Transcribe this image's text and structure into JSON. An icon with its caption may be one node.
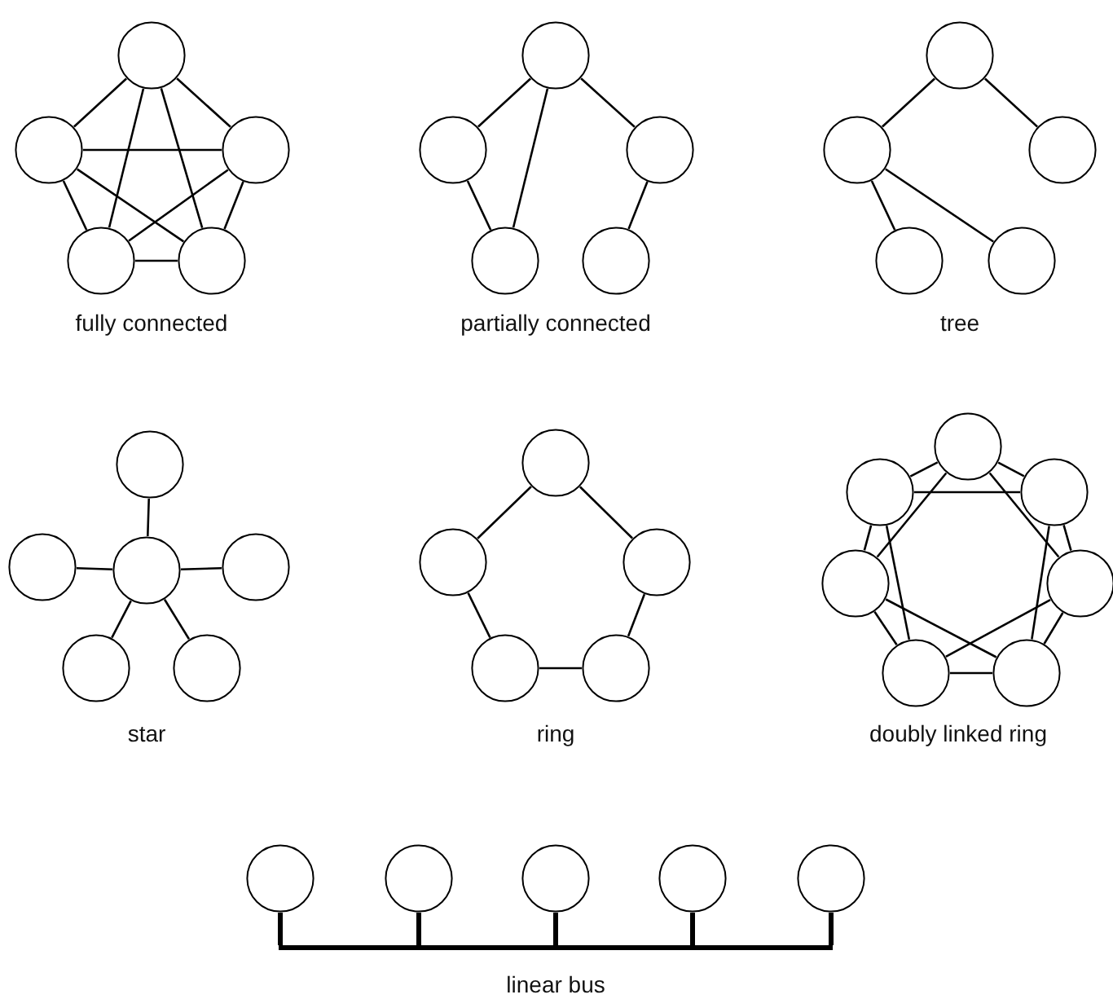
{
  "diagram": {
    "nodes": [
      {
        "text": [],
        "shape": "circle"
      },
      {
        "text": [],
        "shape": "circle"
      },
      {
        "text": [],
        "shape": "circle"
      },
      {
        "text": [],
        "shape": "circle"
      },
      {
        "text": [],
        "shape": "circle"
      },
      {
        "text": [],
        "shape": "circle"
      },
      {
        "text": [],
        "shape": "circle"
      },
      {
        "text": [],
        "shape": "circle"
      },
      {
        "text": [],
        "shape": "circle"
      },
      {
        "text": [],
        "shape": "circle"
      },
      {
        "text": [],
        "shape": "circle"
      },
      {
        "text": [],
        "shape": "circle"
      },
      {
        "text": [],
        "shape": "circle"
      },
      {
        "text": [],
        "shape": "circle"
      },
      {
        "text": [],
        "shape": "circle"
      },
      {
        "text": [],
        "shape": "circle"
      },
      {
        "text": [],
        "shape": "circle"
      },
      {
        "text": [],
        "shape": "circle"
      },
      {
        "text": [],
        "shape": "circle"
      },
      {
        "text": [],
        "shape": "circle"
      },
      {
        "text": [],
        "shape": "circle"
      },
      {
        "text": [],
        "shape": "circle"
      },
      {
        "text": [],
        "shape": "circle"
      },
      {
        "text": [],
        "shape": "circle"
      },
      {
        "text": [],
        "shape": "circle"
      },
      {
        "text": [],
        "shape": "circle"
      },
      {
        "text": [],
        "shape": "circle"
      },
      {
        "text": [],
        "shape": "circle"
      },
      {
        "text": [],
        "shape": "circle"
      },
      {
        "text": [],
        "shape": "circle"
      },
      {
        "text": [],
        "shape": "circle"
      },
      {
        "text": [],
        "shape": "circle"
      },
      {
        "text": [],
        "shape": "circle"
      },
      {
        "text": [],
        "shape": "circle"
      },
      {
        "text": [],
        "shape": "circle"
      },
      {
        "text": [],
        "shape": "circle"
      },
      {
        "text": [],
        "shape": "circle"
      },
      {
        "text": [],
        "shape": "circle"
      },
      {
        "text": [],
        "shape": "bar"
      }
    ],
    "edges": [
      {
        "from": 0,
        "to": 1,
        "arrow": "none"
      },
      {
        "from": 0,
        "to": 2,
        "arrow": "none"
      },
      {
        "from": 0,
        "to": 3,
        "arrow": "none"
      },
      {
        "from": 0,
        "to": 4,
        "arrow": "none"
      },
      {
        "from": 1,
        "to": 2,
        "arrow": "none"
      },
      {
        "from": 1,
        "to": 3,
        "arrow": "none"
      },
      {
        "from": 1,
        "to": 4,
        "arrow": "none"
      },
      {
        "from": 2,
        "to": 3,
        "arrow": "none"
      },
      {
        "from": 2,
        "to": 4,
        "arrow": "none"
      },
      {
        "from": 3,
        "to": 4,
        "arrow": "none"
      },
      {
        "from": 5,
        "to": 6,
        "arrow": "none"
      },
      {
        "from": 5,
        "to": 8,
        "arrow": "none"
      },
      {
        "from": 5,
        "to": 7,
        "arrow": "none"
      },
      {
        "from": 6,
        "to": 7,
        "arrow": "none"
      },
      {
        "from": 8,
        "to": 9,
        "arrow": "none"
      },
      {
        "from": 10,
        "to": 11,
        "arrow": "none"
      },
      {
        "from": 10,
        "to": 12,
        "arrow": "none"
      },
      {
        "from": 11,
        "to": 13,
        "arrow": "none"
      },
      {
        "from": 11,
        "to": 14,
        "arrow": "none"
      },
      {
        "from": 17,
        "to": 15,
        "arrow": "none"
      },
      {
        "from": 17,
        "to": 16,
        "arrow": "none"
      },
      {
        "from": 17,
        "to": 18,
        "arrow": "none"
      },
      {
        "from": 17,
        "to": 19,
        "arrow": "none"
      },
      {
        "from": 17,
        "to": 20,
        "arrow": "none"
      },
      {
        "from": 21,
        "to": 22,
        "arrow": "none"
      },
      {
        "from": 21,
        "to": 23,
        "arrow": "none"
      },
      {
        "from": 22,
        "to": 24,
        "arrow": "none"
      },
      {
        "from": 23,
        "to": 25,
        "arrow": "none"
      },
      {
        "from": 24,
        "to": 25,
        "arrow": "none"
      },
      {
        "from": 26,
        "to": 28,
        "arrow": "none"
      },
      {
        "from": 28,
        "to": 30,
        "arrow": "none"
      },
      {
        "from": 30,
        "to": 32,
        "arrow": "none"
      },
      {
        "from": 32,
        "to": 31,
        "arrow": "none"
      },
      {
        "from": 31,
        "to": 29,
        "arrow": "none"
      },
      {
        "from": 29,
        "to": 27,
        "arrow": "none"
      },
      {
        "from": 27,
        "to": 26,
        "arrow": "none"
      },
      {
        "from": 26,
        "to": 30,
        "arrow": "none"
      },
      {
        "from": 28,
        "to": 32,
        "arrow": "none"
      },
      {
        "from": 30,
        "to": 31,
        "arrow": "none"
      },
      {
        "from": 32,
        "to": 29,
        "arrow": "none"
      },
      {
        "from": 31,
        "to": 27,
        "arrow": "none"
      },
      {
        "from": 29,
        "to": 26,
        "arrow": "none"
      },
      {
        "from": 27,
        "to": 28,
        "arrow": "none"
      },
      {
        "from": 33,
        "to": 38,
        "arrow": "none",
        "style": "thick"
      },
      {
        "from": 34,
        "to": 38,
        "arrow": "none",
        "style": "thick"
      },
      {
        "from": 35,
        "to": 38,
        "arrow": "none",
        "style": "thick"
      },
      {
        "from": 36,
        "to": 38,
        "arrow": "none",
        "style": "thick"
      },
      {
        "from": 37,
        "to": 38,
        "arrow": "none",
        "style": "thick"
      }
    ],
    "labels": [
      "fully connected",
      "partially connected",
      "tree",
      "star",
      "ring",
      "doubly linked ring",
      "linear bus"
    ]
  }
}
